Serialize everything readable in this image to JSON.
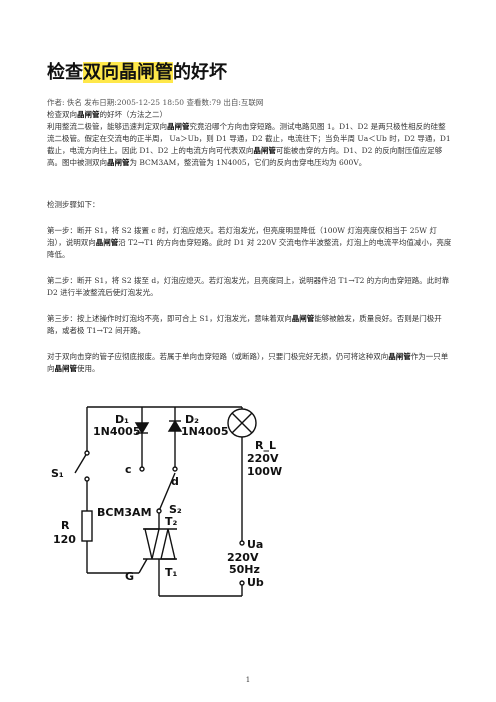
{
  "title": {
    "pre": "检查",
    "highlight": "双向晶闸管",
    "post": "的好坏"
  },
  "meta": "作者: 佚名 发布日期:2005-12-25 18:50 查看数:79 出自:互联网",
  "intro": {
    "line1_pre": "检查双向",
    "line1_bold": "晶闸管",
    "line1_post": "的好坏（方法之二）",
    "body_pre": "利用整流二极管，能够迅速判定双向",
    "body_bold": "晶闸管",
    "body_mid": "究竟沿哪个方向击穿短路。测试电路见图 1。D1、D2 是两只极性相反的硅整流二极管。假定在交流电的正半周， Ua＞Ub，则 D1 导通，D2 截止，电流往下；当负半周 Ua＜Ub 时，D2 导通，D1 截止，电流方向往上。因此 D1、D2 上的电流方向可代表双向",
    "body_bold2": "晶闸管",
    "body_mid2": "可能被击穿的方向。D1、D2 的反向耐压值应足够高。图中被测双向",
    "body_bold3": "晶闸管",
    "body_post": "为 BCM3AM，整流管为 1N4005，它们的反向击穿电压均为 600V。"
  },
  "steps_title": "检测步骤如下：",
  "step1": {
    "pre": "第一步：断开 S1，将 S2 拨置 c 时，灯泡应熄灭。若灯泡发光，但亮度明显降低（100W 灯泡亮度仅相当于 25W 灯泡），说明双向",
    "bold": "晶闸管",
    "post": "沿 T2→T1 的方向击穿短路。此时 D1 对 220V 交流电作半波整流，灯泡上的电流平均值减小，亮度降低。"
  },
  "step2": "第二步：断开 S1，将 S2 拨至 d，灯泡应熄灭。若灯泡发光，且亮度同上，说明器件沿 T1→T2 的方向击穿短路。此时靠 D2 进行半波整流后使灯泡发光。",
  "step3": {
    "pre": "第三步：按上述操作时灯泡均不亮，即可合上 S1，灯泡发光，意味着双向",
    "bold": "晶闸管",
    "post": "能够被触发，质量良好。否则是门极开路，或者极 T1→T2 间开路。"
  },
  "closing": {
    "pre": "对于双向击穿的管子应彻底报废。若属于单向击穿短路（或断路），只要门极完好无损，仍可将这种双向",
    "bold1": "晶闸管",
    "mid": "作为一只单向",
    "bold2": "晶闸管",
    "post": "使用。"
  },
  "circuit": {
    "d1_name": "D₁",
    "d1_part": "1N4005",
    "d2_name": "D₂",
    "d2_part": "1N4005",
    "rl_name": "R_L",
    "rl_v": "220V",
    "rl_w": "100W",
    "s1": "S₁",
    "c": "c",
    "d": "d",
    "triac": "BCM3AM",
    "s2": "S₂",
    "t2": "T₂",
    "t1": "T₁",
    "g": "G",
    "r_name": "R",
    "r_val": "120",
    "ua": "Ua",
    "v": "220V",
    "hz": "50Hz",
    "ub": "Ub"
  },
  "page_number": "1"
}
